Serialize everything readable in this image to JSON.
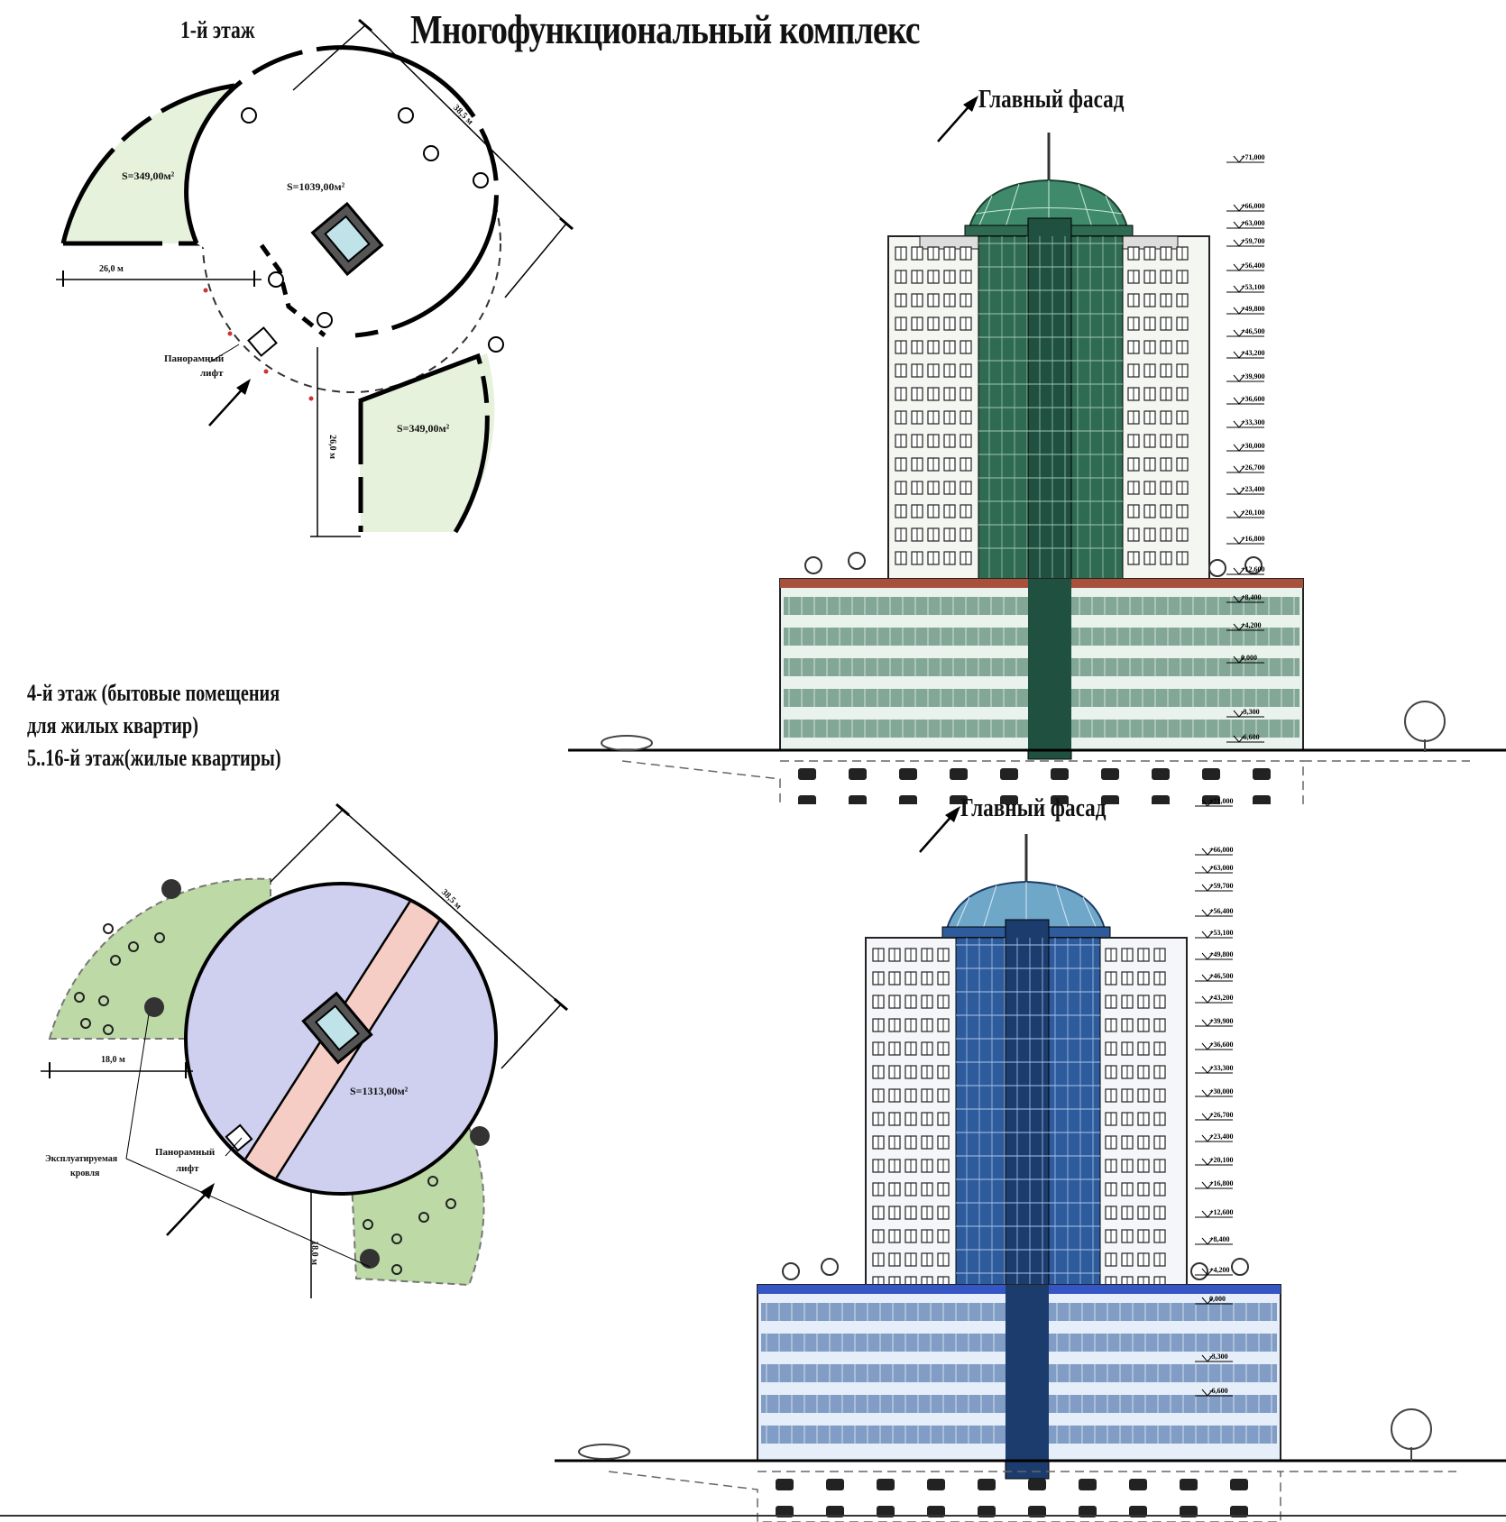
{
  "sheet_title": "Многофункциональный комплекс",
  "plan1": {
    "title": "1-й этаж",
    "area_left": "S=349,00м²",
    "area_center": "S=1039,00м²",
    "area_right": "S=349,00м²",
    "dim_diag": "38,5 м",
    "dim_width": "26,0 м",
    "dim_vert": "26,0 м",
    "lift_label_1": "Панорамный",
    "lift_label_2": "лифт"
  },
  "floors_note": {
    "line1": "4-й этаж (бытовые помещения",
    "line2": "для жилых квартир)",
    "line3": "5..16-й этаж(жилые квартиры)"
  },
  "plan2": {
    "area_center": "S=1313,00м²",
    "dim_diag": "38,5 м",
    "dim_width": "18,0 м",
    "dim_vert": "18,0 м",
    "roof_label_1": "Эксплуатируемая",
    "roof_label_2": "кровля",
    "lift_label_1": "Панорамный",
    "lift_label_2": "лифт"
  },
  "facade1": {
    "title": "Главный фасад"
  },
  "facade2": {
    "title": "Главный фасад"
  },
  "levels_above": [
    "+71,000",
    "+66,000",
    "+63,000",
    "+59,700",
    "+56,400",
    "+53,100",
    "+49,800",
    "+46,500",
    "+43,200",
    "+39,900",
    "+36,600",
    "+33,300",
    "+30,000",
    "+26,700",
    "+23,400",
    "+20,100",
    "+16,800",
    "+12,600",
    "+8,400",
    "+4,200",
    "0,000"
  ],
  "levels_below": [
    "-3,300",
    "-6,600"
  ],
  "colors": {
    "green_tint": "#e6f2dc",
    "green_lawn": "#bcd9a6",
    "lilac": "#cfd0ef",
    "pink": "#f5cdc4",
    "tower1_glass": "#2f6a52",
    "tower2_glass": "#2e5b9c",
    "brick": "#a7503c"
  }
}
